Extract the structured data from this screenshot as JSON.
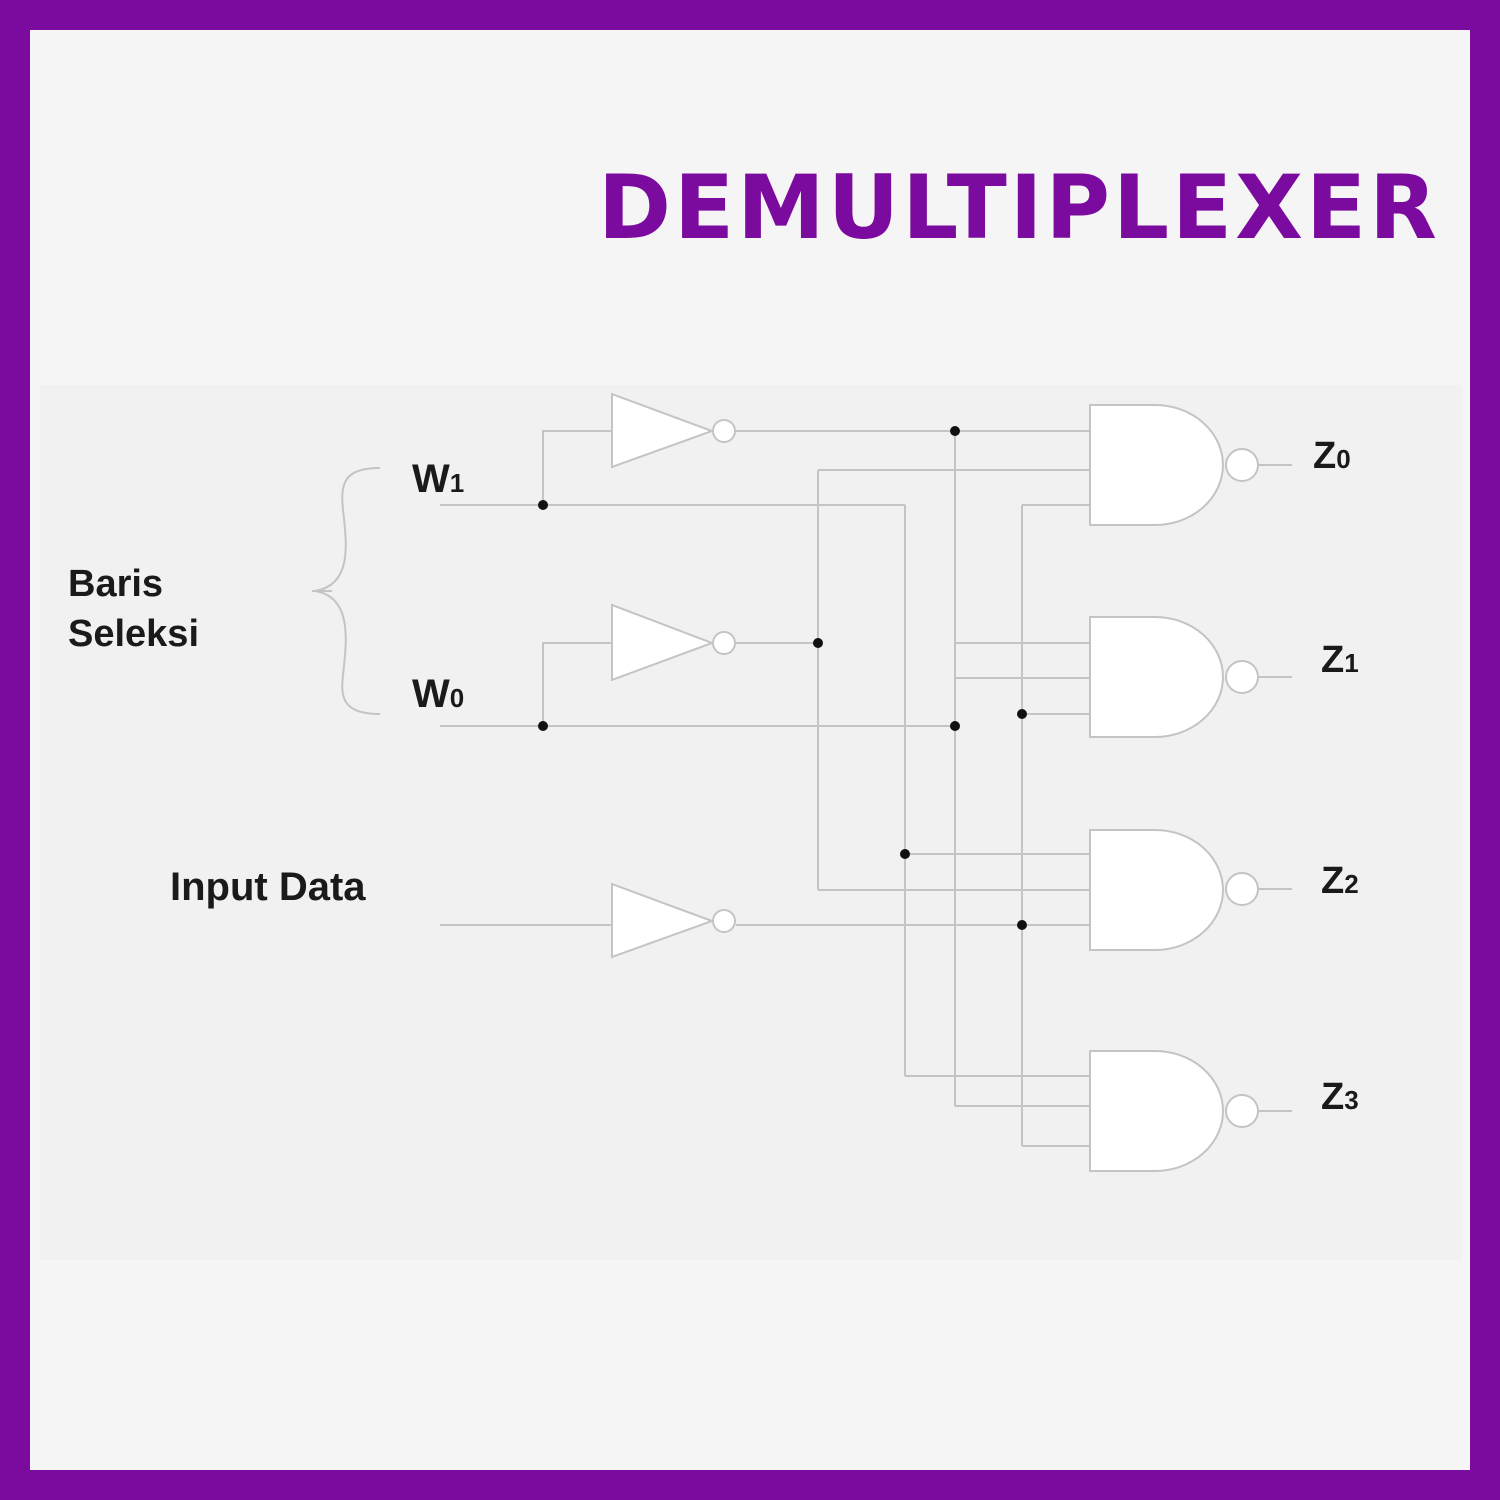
{
  "title": "DEMULTIPLEXER",
  "labels": {
    "selection_group": [
      "Baris",
      "Seleksi"
    ],
    "w1": {
      "base": "W",
      "sub": "1"
    },
    "w0": {
      "base": "W",
      "sub": "0"
    },
    "input_data": "Input Data"
  },
  "outputs": [
    {
      "base": "Z",
      "sub": "0"
    },
    {
      "base": "Z",
      "sub": "1"
    },
    {
      "base": "Z",
      "sub": "2"
    },
    {
      "base": "Z",
      "sub": "3"
    }
  ],
  "colors": {
    "frame": "#7b0a9e",
    "title": "#7b0a9e",
    "panel": "#f5f5f5",
    "wire": "#c4c4c4",
    "junction": "#111111"
  }
}
